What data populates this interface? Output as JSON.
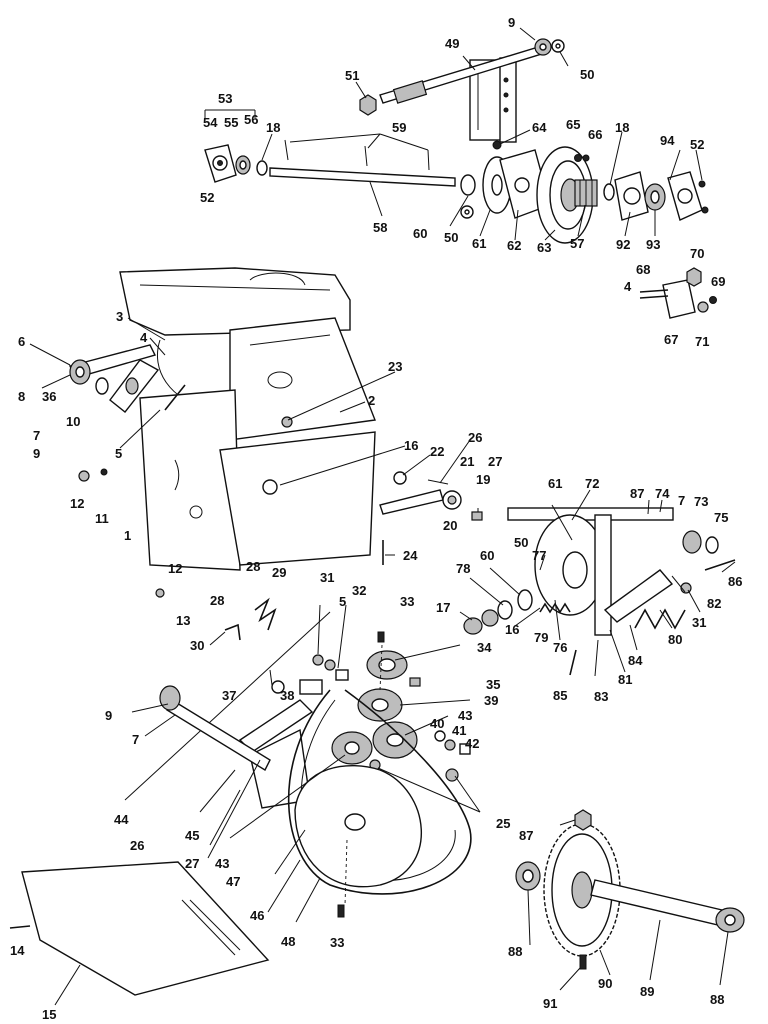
{
  "diagram": {
    "type": "exploded-parts-view",
    "ink_color": "#111111",
    "background_color": "#ffffff",
    "part_labels": [
      "9",
      "49",
      "50",
      "51",
      "53",
      "54",
      "55",
      "56",
      "18",
      "59",
      "64",
      "65",
      "66",
      "18",
      "94",
      "52",
      "52",
      "58",
      "60",
      "50",
      "61",
      "62",
      "63",
      "57",
      "92",
      "93",
      "70",
      "68",
      "69",
      "4",
      "67",
      "71",
      "3",
      "4",
      "6",
      "8",
      "36",
      "7",
      "9",
      "10",
      "5",
      "23",
      "2",
      "16",
      "26",
      "22",
      "21",
      "27",
      "19",
      "12",
      "11",
      "1",
      "20",
      "24",
      "61",
      "72",
      "87",
      "74",
      "7",
      "73",
      "75",
      "50",
      "77",
      "86",
      "60",
      "78",
      "82",
      "17",
      "16",
      "79",
      "76",
      "84",
      "80",
      "31",
      "12",
      "28",
      "29",
      "13",
      "28",
      "31",
      "5",
      "32",
      "33",
      "30",
      "34",
      "85",
      "83",
      "81",
      "37",
      "38",
      "35",
      "39",
      "9",
      "43",
      "7",
      "40",
      "41",
      "42",
      "44",
      "26",
      "45",
      "25",
      "27",
      "43",
      "47",
      "87",
      "46",
      "48",
      "33",
      "14",
      "15",
      "88",
      "90",
      "89",
      "88",
      "91"
    ]
  }
}
